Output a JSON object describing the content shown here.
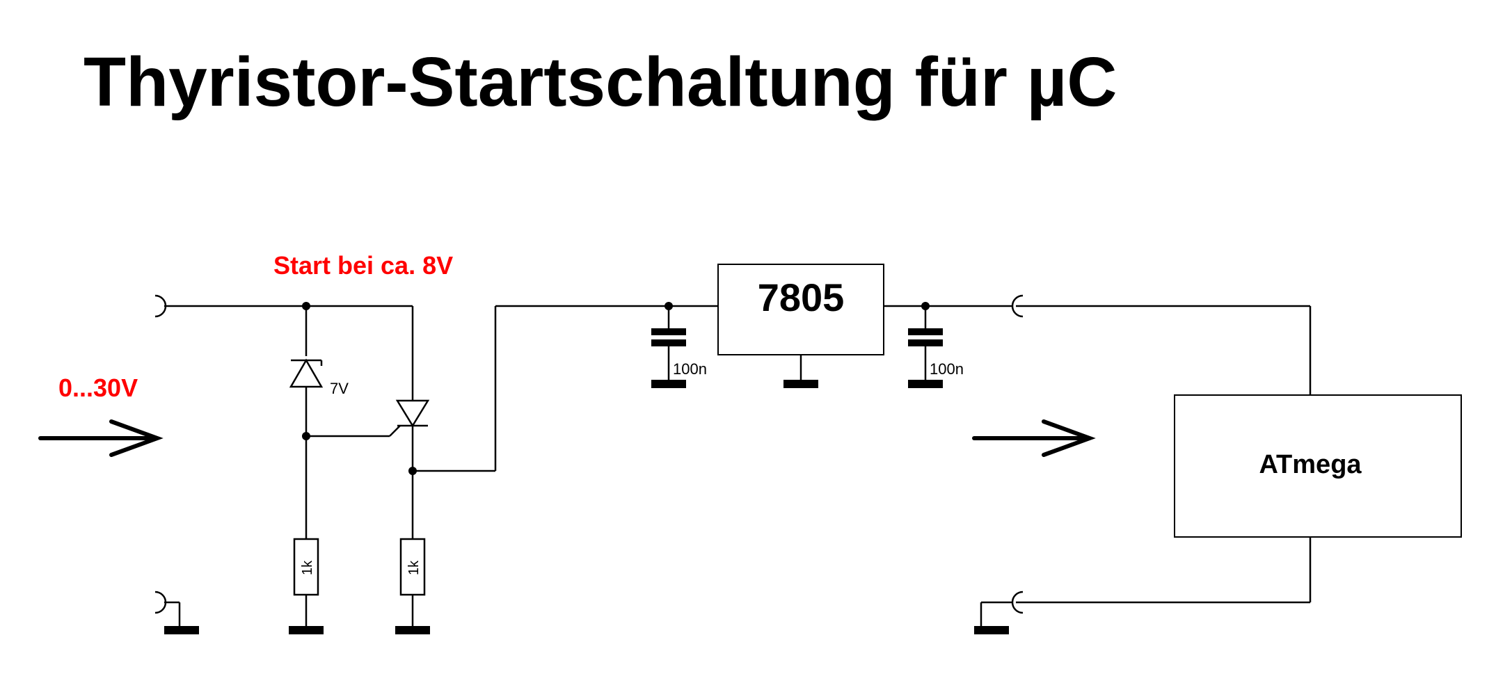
{
  "title": "Thyristor-Startschaltung für µC",
  "labels": {
    "input_voltage": "0...30V",
    "start_note": "Start bei ca. 8V",
    "zener": "7V",
    "resistor_left": "1k",
    "resistor_right": "1k",
    "cap_left": "100n",
    "cap_right": "100n",
    "regulator": "7805",
    "mcu": "ATmega"
  },
  "colors": {
    "wire": "#000000",
    "accent": "#ff0000",
    "background": "#ffffff"
  }
}
